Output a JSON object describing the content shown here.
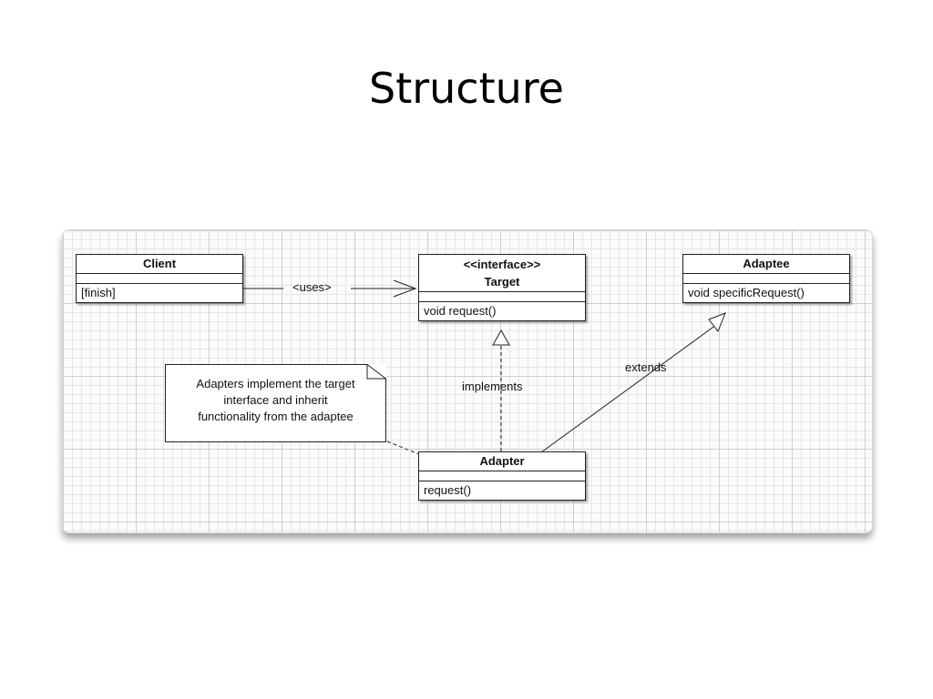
{
  "slide": {
    "title": "Structure"
  },
  "diagram": {
    "client": {
      "name": "Client",
      "operation": "[finish]"
    },
    "target": {
      "stereotype": "<<interface>>",
      "name": "Target",
      "operation": "void request()"
    },
    "adaptee": {
      "name": "Adaptee",
      "operation": "void specificRequest()"
    },
    "adapter": {
      "name": "Adapter",
      "operation": "request()"
    },
    "note": {
      "lines": [
        "Adapters implement the target",
        "interface and inherit",
        "functionality from the adaptee"
      ]
    },
    "relations": {
      "uses": "<uses>",
      "implements": "implements",
      "extends": "extends"
    }
  }
}
